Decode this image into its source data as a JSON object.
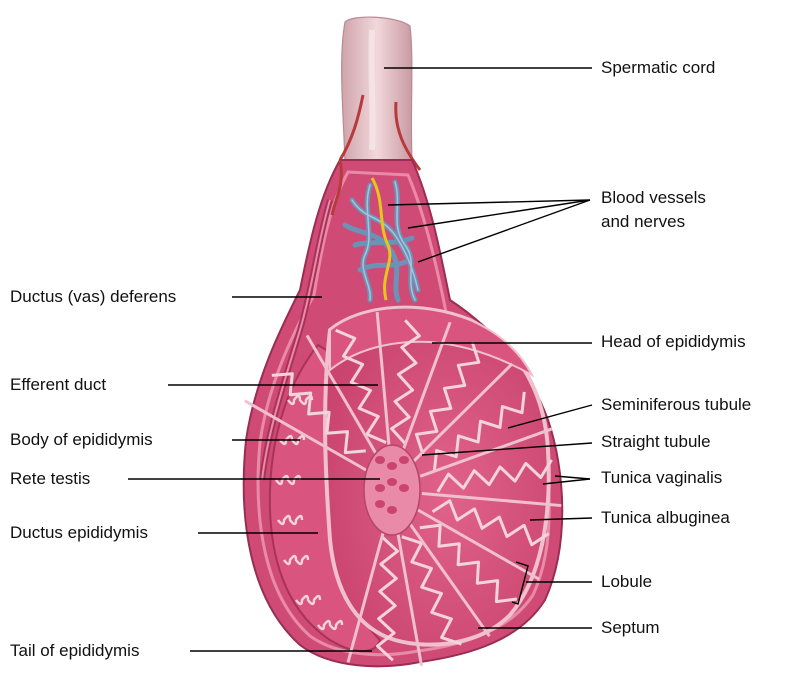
{
  "colors": {
    "tissue": "#d9557f",
    "tissue_dark": "#a8325b",
    "tissue_light": "#e98aa8",
    "tubule": "#f3d3dc",
    "tubule_outline": "#b4456c",
    "cord": "#e7c3c8",
    "cord_shadow": "#c89aa2",
    "vein": "#6b93b8",
    "artery": "#b83a3a",
    "nerve": "#e7c51f",
    "leader": "#000000"
  },
  "labels": {
    "spermatic_cord": "Spermatic cord",
    "blood_vessels_line1": "Blood vessels",
    "blood_vessels_line2": "and nerves",
    "ductus_deferens": "Ductus (vas) deferens",
    "head_of_epididymis": "Head of epididymis",
    "efferent_duct": "Efferent duct",
    "seminiferous_tubule": "Seminiferous tubule",
    "body_of_epididymis": "Body of epididymis",
    "straight_tubule": "Straight tubule",
    "rete_testis": "Rete testis",
    "tunica_vaginalis": "Tunica vaginalis",
    "tunica_albuginea": "Tunica albuginea",
    "ductus_epididymis": "Ductus epididymis",
    "lobule": "Lobule",
    "septum": "Septum",
    "tail_of_epididymis": "Tail of epididymis"
  }
}
